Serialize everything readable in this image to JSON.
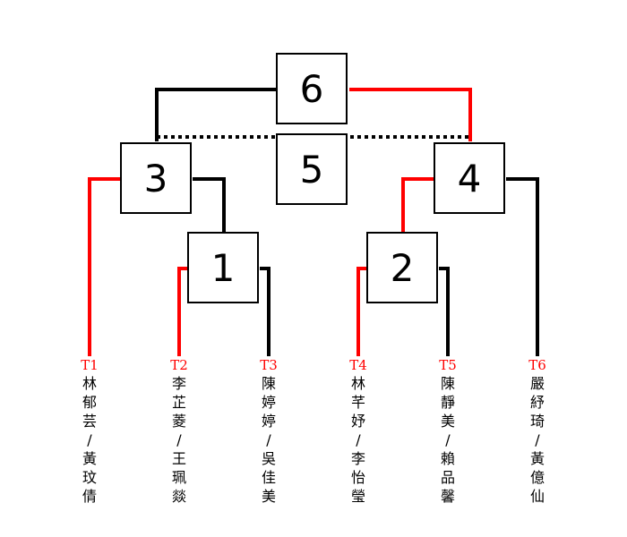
{
  "colors": {
    "winner_line": "#ff0000",
    "line": "#000000",
    "team_id": "#ff0000"
  },
  "matches": [
    {
      "id": "m6",
      "number": "6"
    },
    {
      "id": "m5",
      "number": "5"
    },
    {
      "id": "m3",
      "number": "3"
    },
    {
      "id": "m4",
      "number": "4"
    },
    {
      "id": "m1",
      "number": "1"
    },
    {
      "id": "m2",
      "number": "2"
    }
  ],
  "teams": [
    {
      "id": "T1",
      "name": "林\n郁\n芸\n/\n黃\n玟\n倩"
    },
    {
      "id": "T2",
      "name": "李\n芷\n菱\n/\n王\n珮\n燚"
    },
    {
      "id": "T3",
      "name": "陳\n婷\n婷\n/\n吳\n佳\n美"
    },
    {
      "id": "T4",
      "name": "林\n芊\n妤\n/\n李\n怡\n瑩"
    },
    {
      "id": "T5",
      "name": "陳\n靜\n美\n/\n賴\n品\n馨"
    },
    {
      "id": "T6",
      "name": "嚴\n紓\n琦\n/\n黃\n億\n仙"
    }
  ]
}
